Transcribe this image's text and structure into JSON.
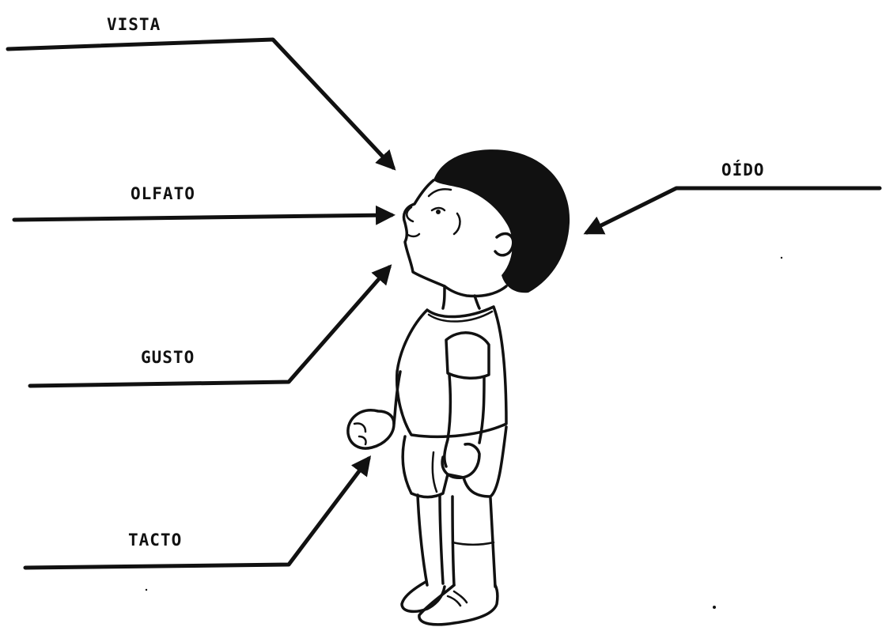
{
  "labels": {
    "vista": "VISTA",
    "oido": "OÍDO",
    "olfato": "OLFATO",
    "gusto": "GUSTO",
    "tacto": "TACTO"
  },
  "colors": {
    "ink": "#111111",
    "background": "#ffffff"
  },
  "icons": {
    "figure": "child-figure",
    "pointer_head": "arrowhead"
  }
}
